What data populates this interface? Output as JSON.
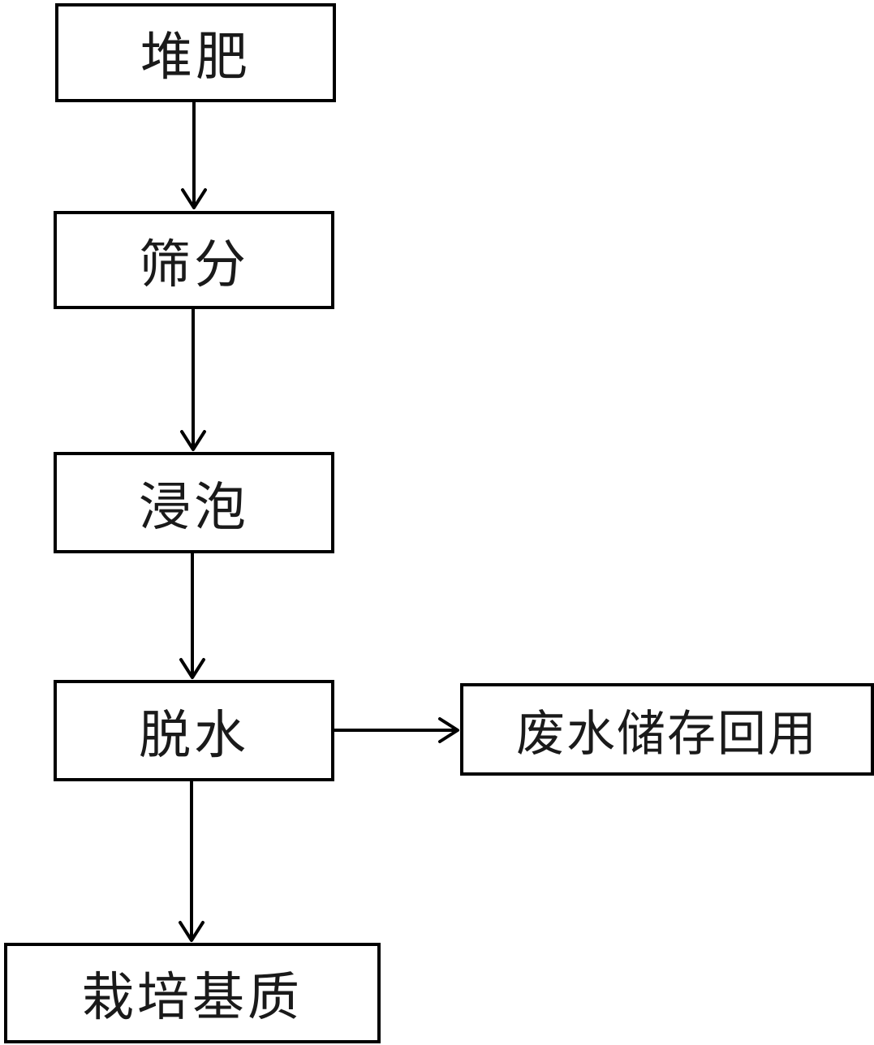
{
  "nodes": {
    "compost": "堆肥",
    "screening": "筛分",
    "soaking": "浸泡",
    "dewatering": "脱水",
    "wastewater": "废水储存回用",
    "substrate": "栽培基质"
  },
  "edges": [
    {
      "from": "compost",
      "to": "screening"
    },
    {
      "from": "screening",
      "to": "soaking"
    },
    {
      "from": "soaking",
      "to": "dewatering"
    },
    {
      "from": "dewatering",
      "to": "wastewater"
    },
    {
      "from": "dewatering",
      "to": "substrate"
    }
  ],
  "colors": {
    "stroke": "#000000",
    "background": "#ffffff"
  }
}
